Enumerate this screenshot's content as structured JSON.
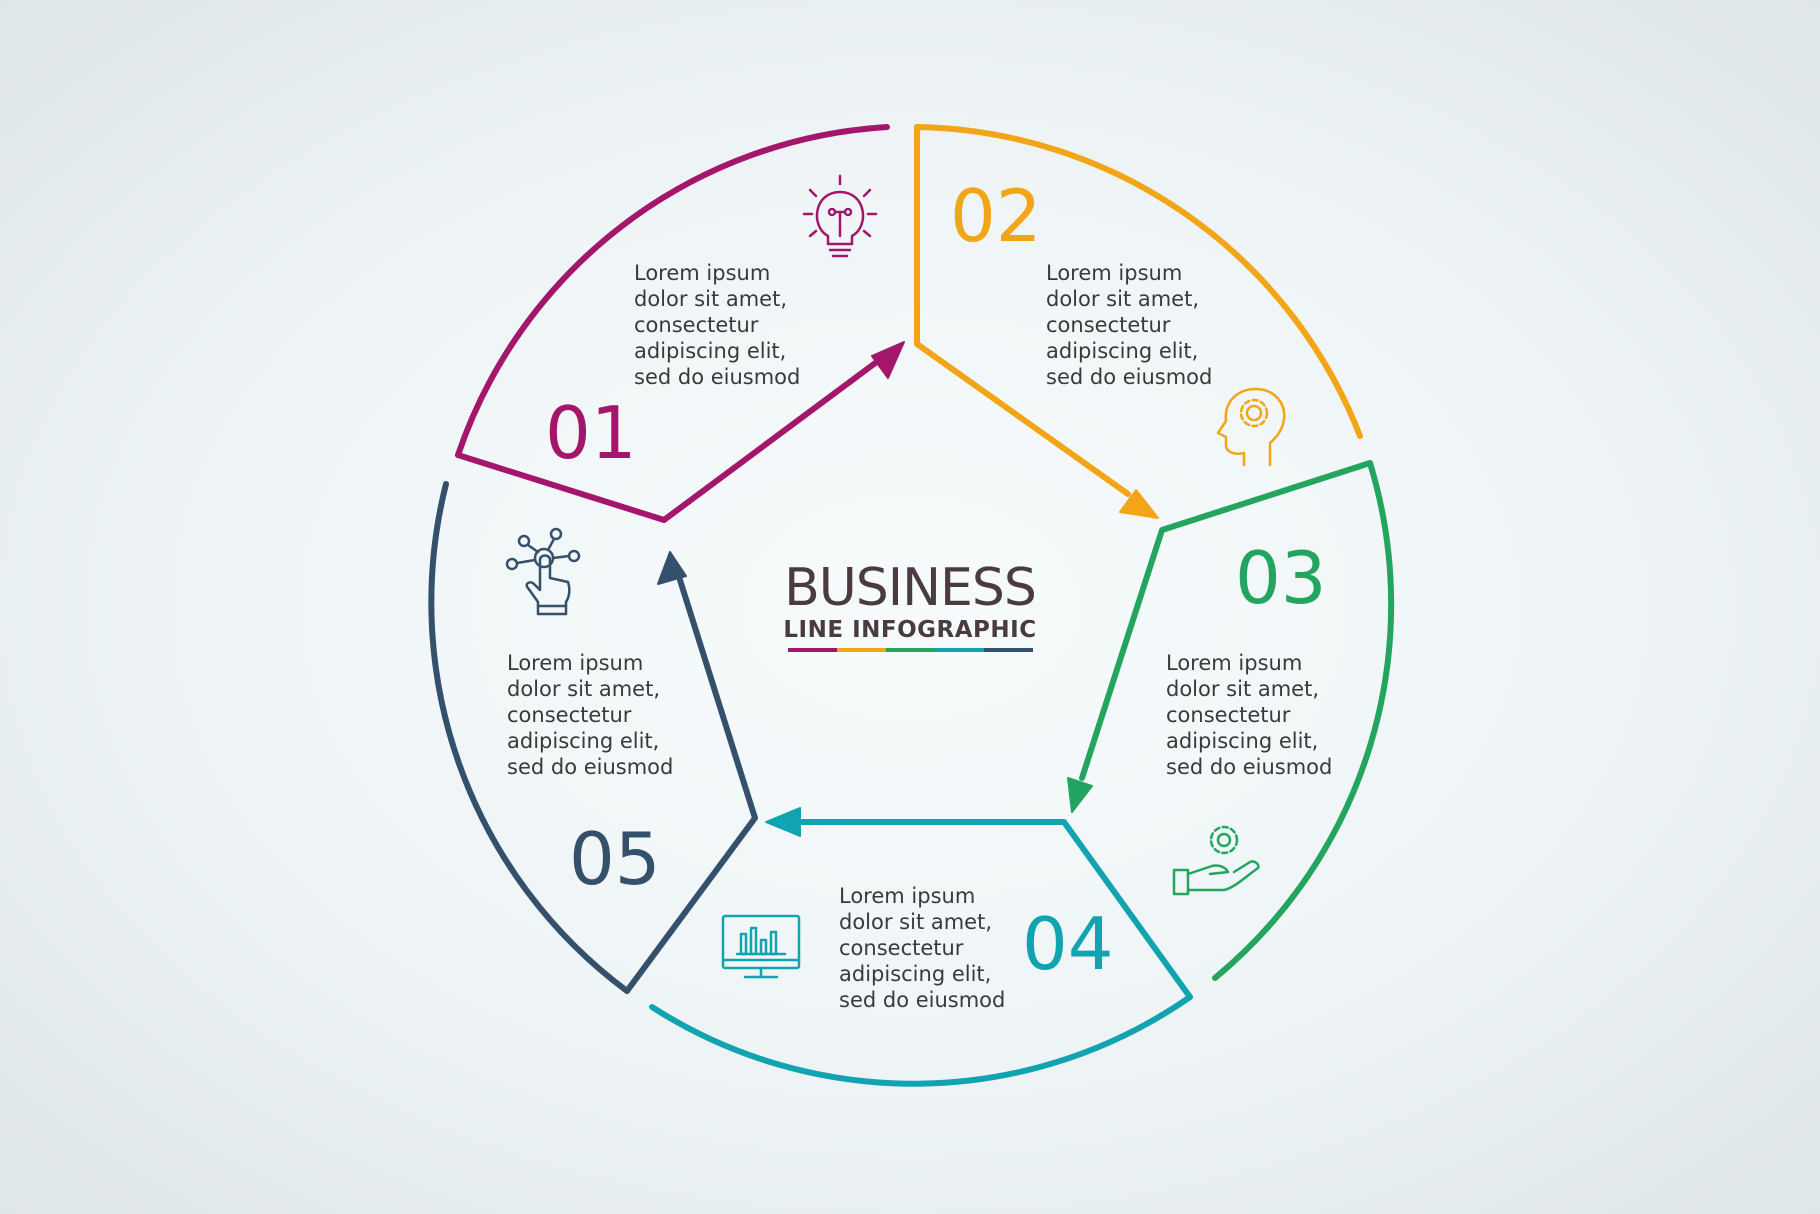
{
  "title": {
    "main": "BUSINESS",
    "sub": "LINE INFOGRAPHIC"
  },
  "colors": {
    "step1": "#a3166b",
    "step2": "#f2a516",
    "step3": "#23a55f",
    "step4": "#12a3b0",
    "step5": "#34506b"
  },
  "steps": [
    {
      "number": "01",
      "text": "Lorem ipsum\ndolor sit amet,\nconsectetur\nadipiscing elit,\nsed do eiusmod",
      "icon": "lightbulb-icon"
    },
    {
      "number": "02",
      "text": "Lorem ipsum\ndolor sit amet,\nconsectetur\nadipiscing elit,\nsed do eiusmod",
      "icon": "head-gear-icon"
    },
    {
      "number": "03",
      "text": "Lorem ipsum\ndolor sit amet,\nconsectetur\nadipiscing elit,\nsed do eiusmod",
      "icon": "hand-gear-icon"
    },
    {
      "number": "04",
      "text": "Lorem ipsum\ndolor sit amet,\nconsectetur\nadipiscing elit,\nsed do eiusmod",
      "icon": "monitor-chart-icon"
    },
    {
      "number": "05",
      "text": "Lorem ipsum\ndolor sit amet,\nconsectetur\nadipiscing elit,\nsed do eiusmod",
      "icon": "touch-network-icon"
    }
  ]
}
